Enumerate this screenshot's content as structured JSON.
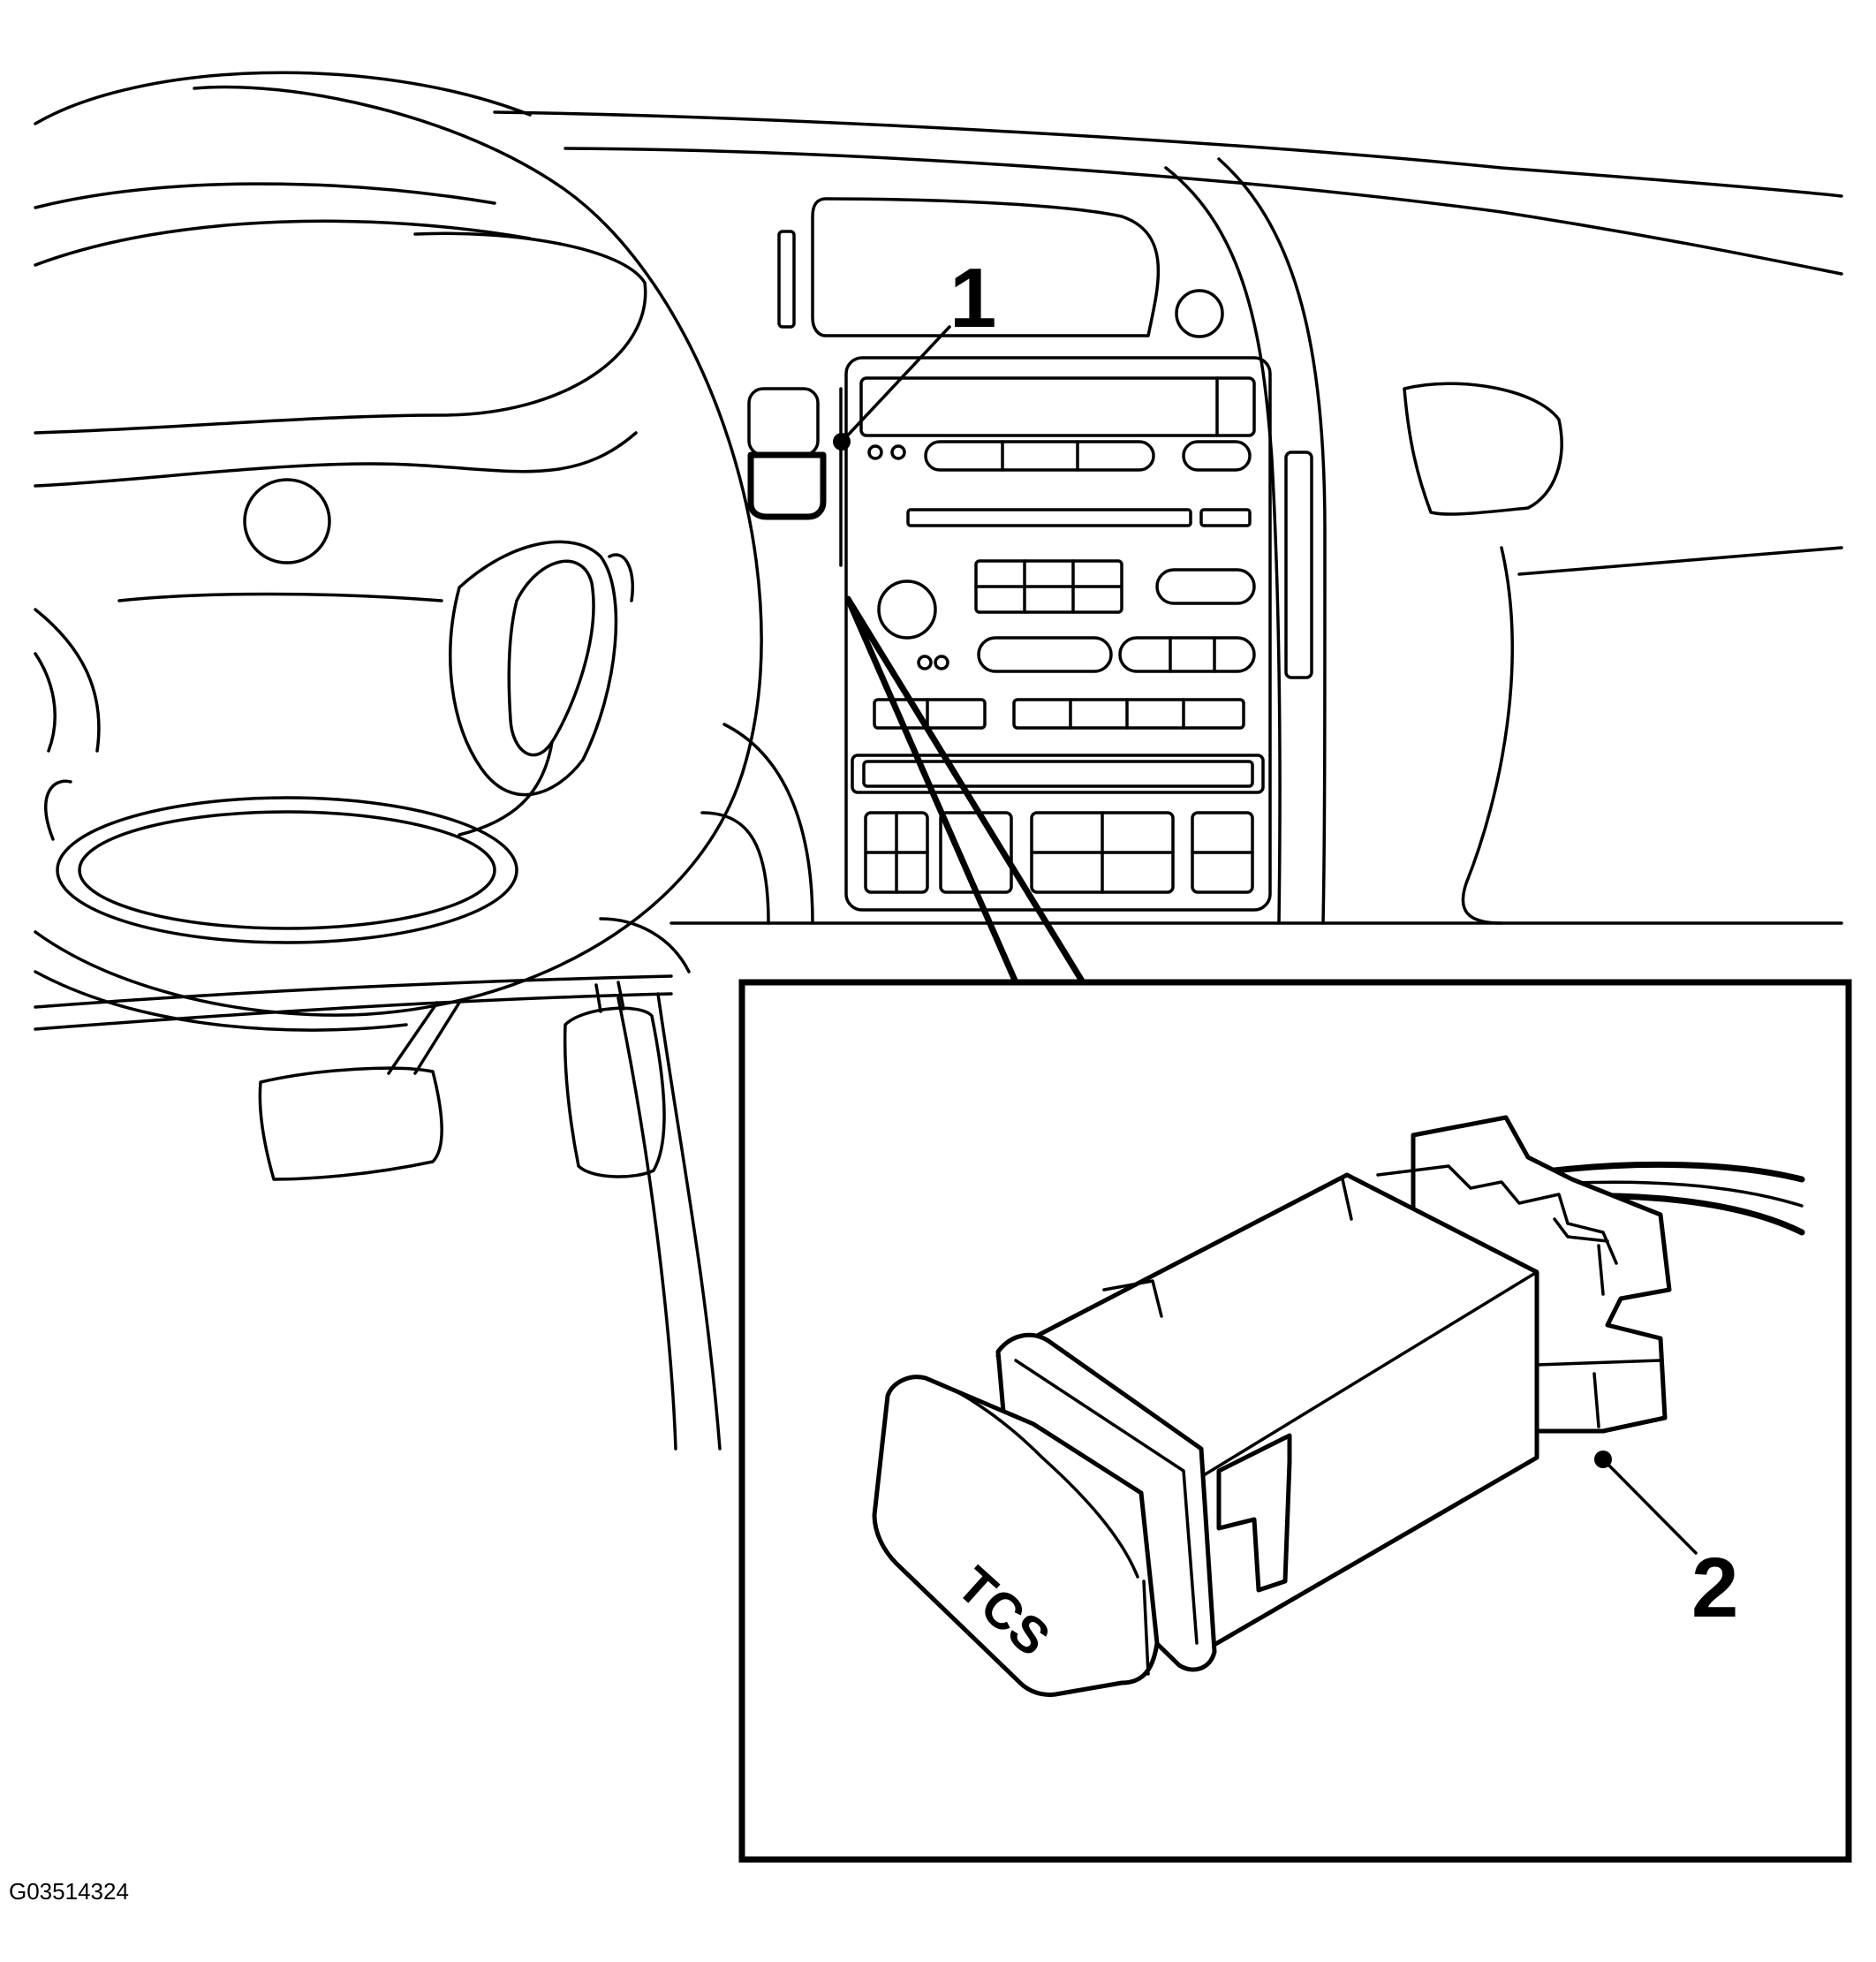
{
  "callouts": {
    "label_1": "1",
    "label_2": "2"
  },
  "switch_button_text": "TCS",
  "figure_id": "G03514324",
  "colors": {
    "line": "#000000",
    "background": "#ffffff"
  }
}
